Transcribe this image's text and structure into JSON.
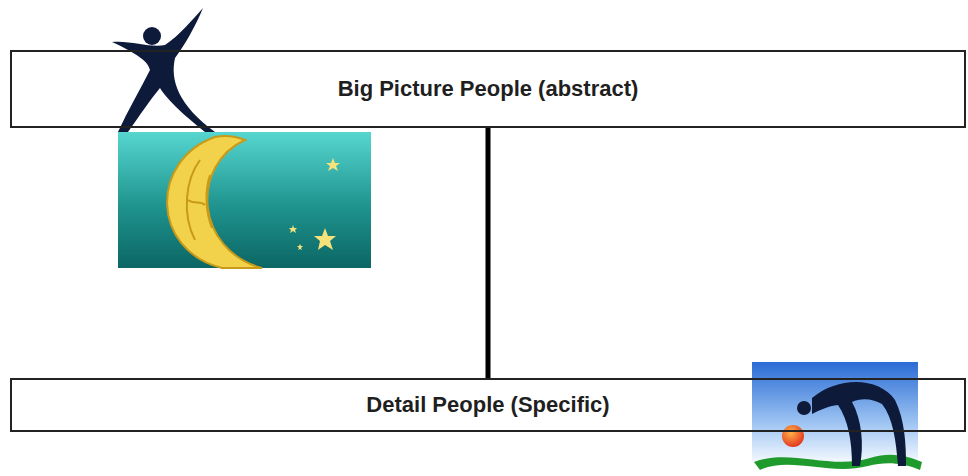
{
  "diagram": {
    "nodes": [
      {
        "text": [
          "Big Picture People (abstract)"
        ]
      },
      {
        "text": [
          "Detail People (Specific)"
        ]
      }
    ],
    "edges": [
      {
        "from": 0,
        "to": 1,
        "arrow": "none"
      }
    ]
  }
}
